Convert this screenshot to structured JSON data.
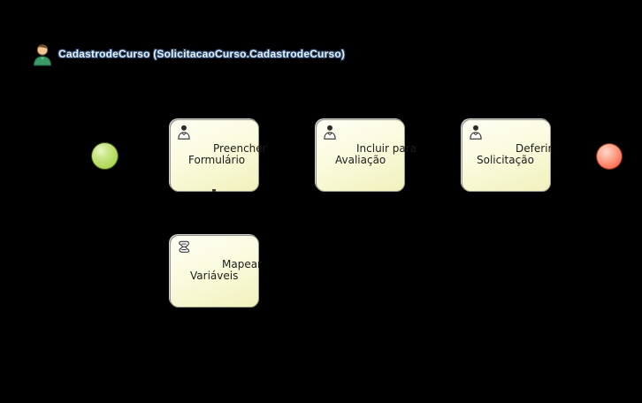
{
  "header": {
    "title": "CadastrodeCurso (SolicitacaoCurso.CadastrodeCurso)"
  },
  "process": {
    "start_event": {
      "label": "start-event",
      "color": "#b2da5c"
    },
    "end_event": {
      "label": "end-event",
      "color": "#fa755a"
    },
    "tasks": [
      {
        "type": "user",
        "line1": "Preencher",
        "line2": "Formulário"
      },
      {
        "type": "user",
        "line1": "Incluir para",
        "line2": "Avaliação"
      },
      {
        "type": "user",
        "line1": "Deferir",
        "line2": "Solicitação"
      },
      {
        "type": "script",
        "line1": "Mapear",
        "line2": "Variáveis"
      }
    ]
  },
  "colors": {
    "background": "#000000",
    "task_fill_top": "#fefef4",
    "task_fill_bottom": "#f1f1bd",
    "task_border": "#97978a",
    "start_event_green": "#b2da5c",
    "end_event_red": "#fa755a",
    "title_text": "#e8f1fa",
    "title_outline": "#2b4a6f",
    "task_text": "#1c1c1c"
  }
}
